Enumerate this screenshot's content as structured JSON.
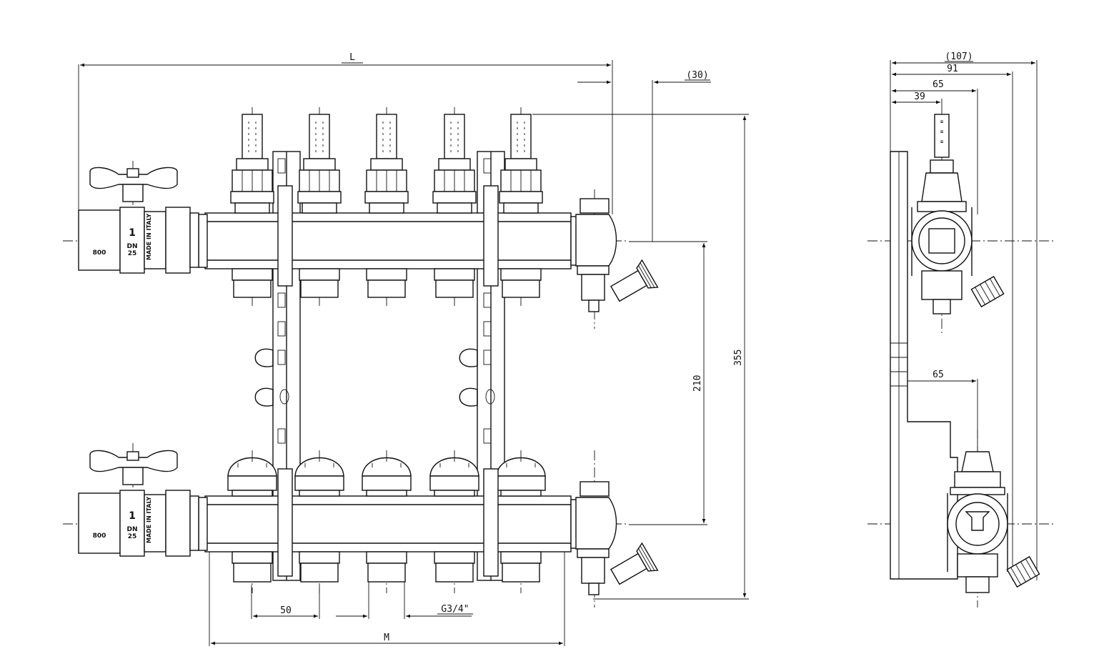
{
  "front_view": {
    "dimensions": {
      "overall_length": "L",
      "outlet_offset": "(30)",
      "height_total": "355",
      "height_centers": "210",
      "outlet_spacing": "50",
      "outlet_thread": "G3/4\"",
      "bar_length": "M"
    },
    "ball_valve_labels": {
      "model": "800",
      "size_number": "1",
      "dn": "DN",
      "dn_value": "25",
      "made_in": "MADE IN ITALY"
    },
    "outlet_count": 5
  },
  "side_view": {
    "dimensions": {
      "depth_overall": "(107)",
      "depth_91": "91",
      "depth_65_top": "65",
      "depth_39": "39",
      "depth_65_lower": "65"
    }
  }
}
